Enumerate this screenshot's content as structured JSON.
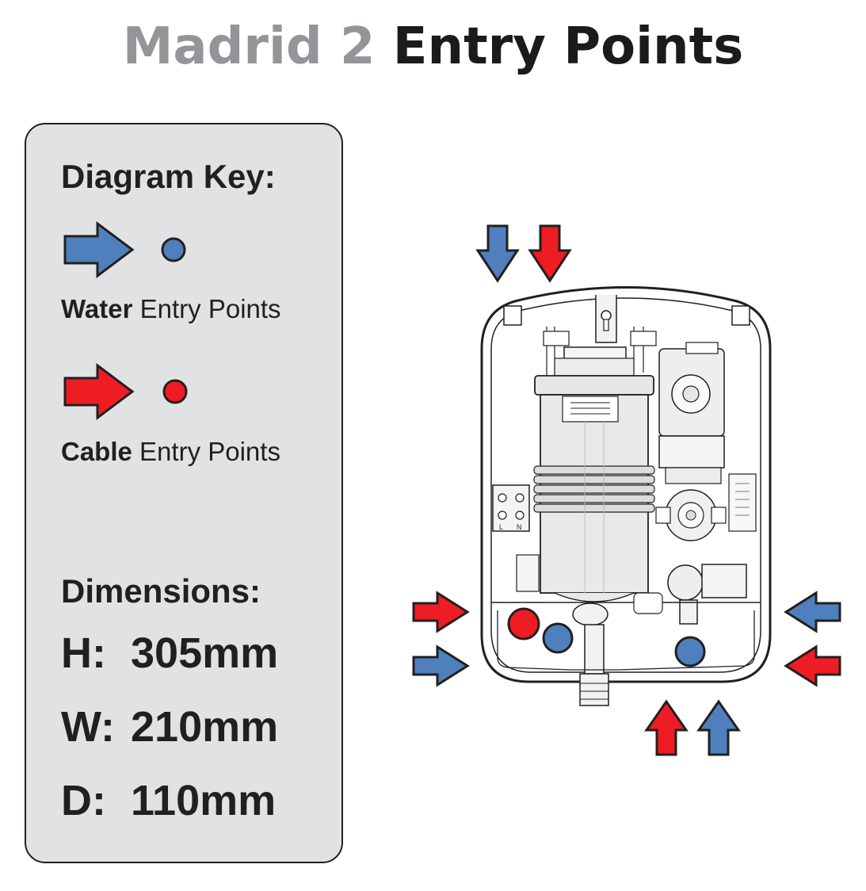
{
  "title": {
    "part1": "Madrid 2",
    "part2": "Entry Points"
  },
  "key": {
    "heading": "Diagram Key:",
    "legend": [
      {
        "bold": "Water",
        "rest": " Entry Points",
        "color": "#4f7fbd"
      },
      {
        "bold": "Cable",
        "rest": " Entry Points",
        "color": "#ee1c23"
      }
    ]
  },
  "dimensions": {
    "heading": "Dimensions:",
    "rows": [
      {
        "label": "H:",
        "value": "305mm"
      },
      {
        "label": "W:",
        "value": "210mm"
      },
      {
        "label": "D:",
        "value": "110mm"
      }
    ]
  },
  "colors": {
    "water": "#4f7fbd",
    "cable": "#ee1c23",
    "outline": "#231f20",
    "panel_bg": "#e1e2e4",
    "title_grey": "#949598"
  },
  "diagram": {
    "arrows": [
      {
        "kind": "water",
        "side": "top",
        "direction": "down"
      },
      {
        "kind": "cable",
        "side": "top",
        "direction": "down"
      },
      {
        "kind": "cable",
        "side": "left",
        "direction": "right"
      },
      {
        "kind": "water",
        "side": "left",
        "direction": "right"
      },
      {
        "kind": "water",
        "side": "right",
        "direction": "left"
      },
      {
        "kind": "cable",
        "side": "right",
        "direction": "left"
      },
      {
        "kind": "cable",
        "side": "bottom",
        "direction": "up"
      },
      {
        "kind": "water",
        "side": "bottom",
        "direction": "up"
      }
    ],
    "entry_points": [
      {
        "kind": "cable"
      },
      {
        "kind": "water"
      },
      {
        "kind": "water"
      }
    ],
    "terminal_labels": [
      "L",
      "N"
    ]
  }
}
